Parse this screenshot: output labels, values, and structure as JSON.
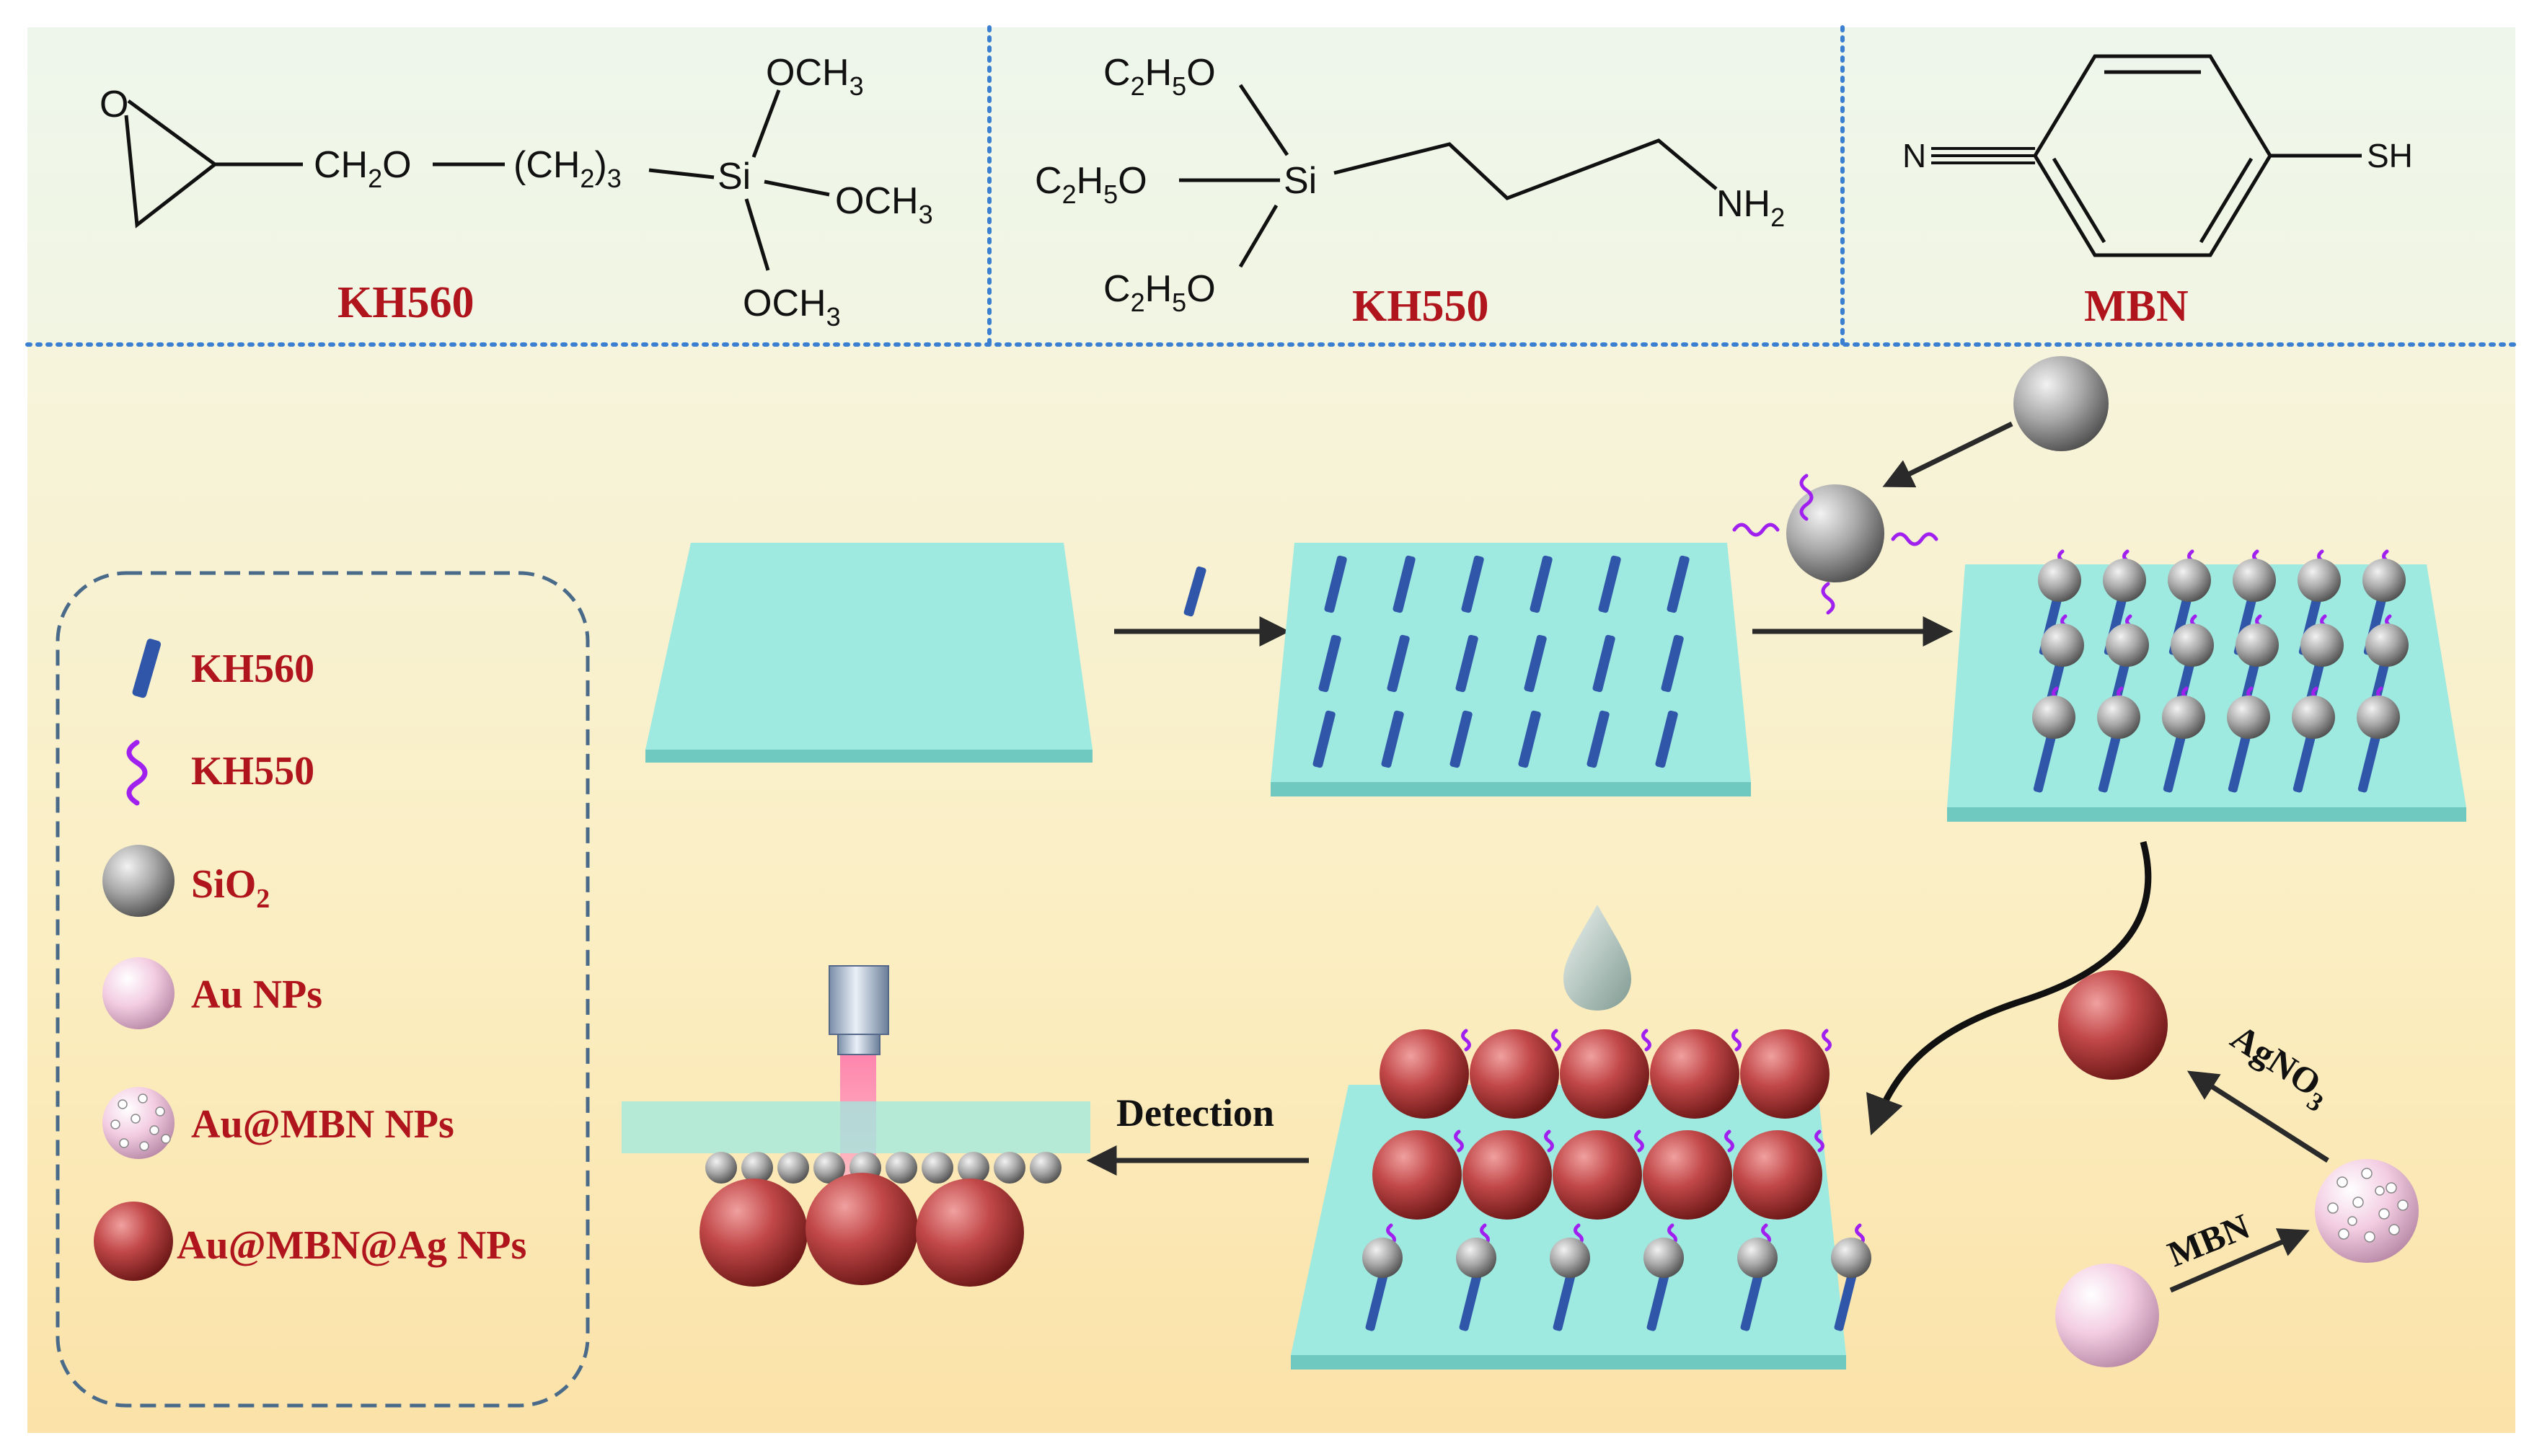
{
  "structures": {
    "kh560": {
      "name": "KH560",
      "atom_o": "O",
      "ch2o": "CH",
      "ch2o_sub": "2",
      "ch2o_tail": "O",
      "ch23": "(CH",
      "ch23_sub": "2",
      "ch23_tail": ")",
      "ch23_sub2": "3",
      "si": "Si",
      "och3_top": "OCH",
      "och3_right": "OCH",
      "och3_bottom": "OCH",
      "sub3": "3"
    },
    "kh550": {
      "name": "KH550",
      "c2h5o_top": "C",
      "c2h5o_mid": "C",
      "c2h5o_bot": "C",
      "sub2": "2",
      "h": "H",
      "sub5": "5",
      "o": "O",
      "si": "Si",
      "nh2": "NH",
      "nh2_sub": "2"
    },
    "mbn": {
      "name": "MBN",
      "n": "N",
      "sh": "SH"
    }
  },
  "legend": {
    "items": [
      {
        "label": "KH560"
      },
      {
        "label": "KH550"
      },
      {
        "label": "SiO",
        "sub": "2"
      },
      {
        "label": "Au NPs"
      },
      {
        "label": "Au@MBN NPs"
      },
      {
        "label": "Au@MBN@Ag NPs"
      }
    ]
  },
  "reagents": {
    "agno3": "AgNO",
    "agno3_sub": "3",
    "mbn": "MBN",
    "detection": "Detection"
  },
  "colors": {
    "label_red": "#b0141c",
    "substrate": "#9ee9e0",
    "substrate_edge": "#6fc9c0",
    "rod_blue": "#2f56a8",
    "linker_purple": "#a020f0",
    "silica_gray": "#9a9a9a",
    "gold_pink": "#f2c9df",
    "silver_red": "#b5363a",
    "dotted_blue": "#3a7fd0",
    "legend_border": "#4a6a8a"
  }
}
